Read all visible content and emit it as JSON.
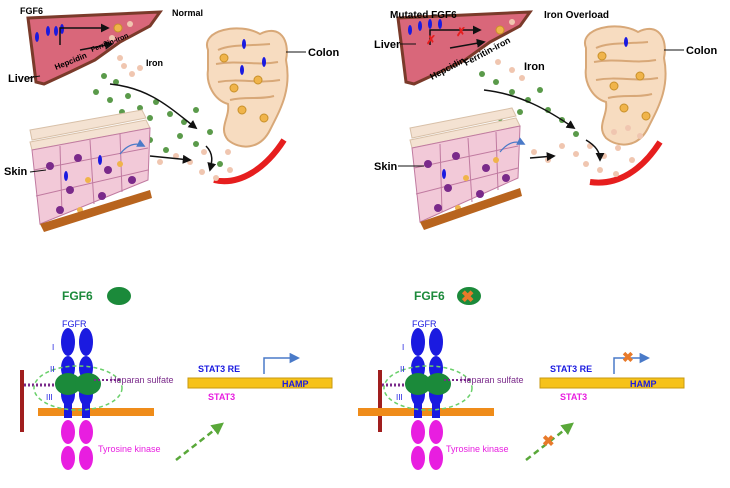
{
  "panels": {
    "normal": {
      "title": "Normal",
      "fgf6": "FGF6",
      "liver": "Liver",
      "hepcidin": "Hepcidin",
      "ferritin": "Ferritin-iron",
      "iron": "Iron",
      "colon": "Colon",
      "skin": "Skin"
    },
    "overload": {
      "title": "Iron Overload",
      "fgf6": "Mutated FGF6",
      "liver": "Liver",
      "hepcidin": "Hepcidin",
      "ferritin": "Ferritin-iron",
      "iron": "Iron",
      "colon": "Colon",
      "skin": "Skin"
    }
  },
  "signaling": {
    "left": {
      "fgf6": "FGF6",
      "fgfr": "FGFR",
      "domains": [
        "I",
        "II",
        "III"
      ],
      "heparan": "Heparan sulfate",
      "tyrosine": "Tyrosine kinase",
      "stat3re": "STAT3 RE",
      "stat3": "STAT3",
      "hamp": "HAMP"
    },
    "right": {
      "fgf6": "FGF6",
      "fgfr": "FGFR",
      "domains": [
        "I",
        "II",
        "III"
      ],
      "heparan": "Heparan sulfate",
      "tyrosine": "Tyrosine kinase",
      "stat3re": "STAT3 RE",
      "stat3": "STAT3",
      "hamp": "HAMP"
    }
  },
  "colors": {
    "liver_fill": "#d9677a",
    "liver_edge": "#7a3a2a",
    "iron_dot": "#5a9a4a",
    "ferritin_dot": "#f0c6b0",
    "receptor_blue": "#1a1ae0",
    "kinase_magenta": "#e81ee0",
    "fgf6_green": "#1b8a3a",
    "membrane_orange": "#ef8c1a",
    "gene_bar": "#f6c21a",
    "inhibit_x": "#e87a2a",
    "colon_fill": "#f7dcc0",
    "skin_fill": "#f2c9d8",
    "muscle_brown": "#b8641e",
    "arrow_blue": "#4a7ac8",
    "text_purple": "#7a2a8a"
  }
}
